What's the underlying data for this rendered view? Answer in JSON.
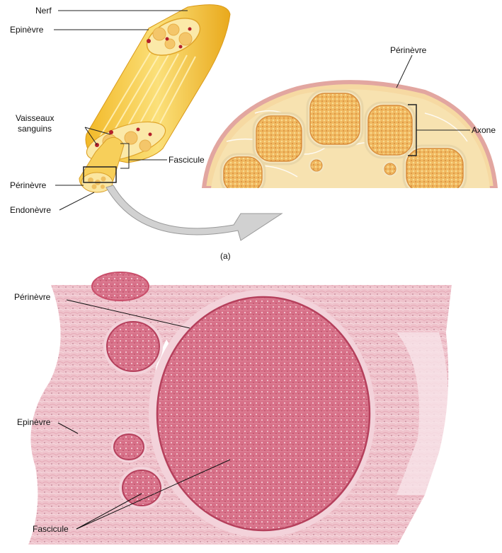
{
  "diagram": {
    "labels": {
      "nerf": "Nerf",
      "epinevre": "Epinèvre",
      "vaisseaux_line1": "Vaisseaux",
      "vaisseaux_line2": "sanguins",
      "fascicule": "Fascicule",
      "perinevre": "Périnèvre",
      "endonevre": "Endonèvre",
      "perinevre_zoom": "Périnèvre",
      "axone": "Axone",
      "caption": "(a)"
    },
    "colors": {
      "nerve_yellow": "#f6c744",
      "nerve_light": "#fbe28c",
      "fascicle_orange": "#e8a84a",
      "perineurium_pink": "#e8b8b0",
      "vessel_red": "#b3202a",
      "arrow_gray": "#c8c8c8"
    }
  },
  "micrograph": {
    "labels": {
      "perinevre": "Périnèvre",
      "epinevre": "Epinèvre",
      "fascicule": "Fascicule"
    },
    "colors": {
      "tissue_pink": "#e9a3b4",
      "fascicle_deep": "#d9687f",
      "background_pale": "#f6e7ea"
    }
  }
}
